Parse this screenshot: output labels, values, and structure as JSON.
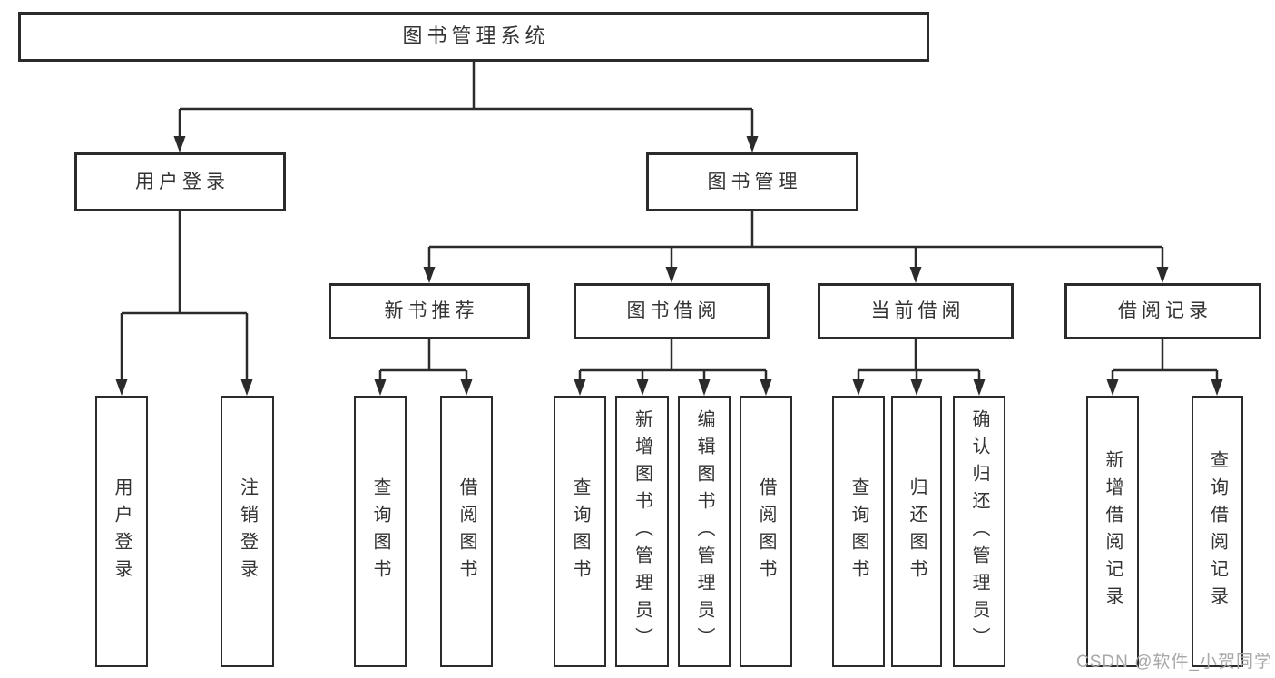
{
  "tree": {
    "label": "图书管理系统",
    "children": [
      {
        "label": "用户登录",
        "children": [
          {
            "label": "用户登录"
          },
          {
            "label": "注销登录"
          }
        ]
      },
      {
        "label": "图书管理",
        "children": [
          {
            "label": "新书推荐",
            "children": [
              {
                "label": "查询图书"
              },
              {
                "label": "借阅图书"
              }
            ]
          },
          {
            "label": "图书借阅",
            "children": [
              {
                "label": "查询图书"
              },
              {
                "label": "新增图书（管理员）"
              },
              {
                "label": "编辑图书（管理员）"
              },
              {
                "label": "借阅图书"
              }
            ]
          },
          {
            "label": "当前借阅",
            "children": [
              {
                "label": "查询图书"
              },
              {
                "label": "归还图书"
              },
              {
                "label": "确认归还（管理员）"
              }
            ]
          },
          {
            "label": "借阅记录",
            "children": [
              {
                "label": "新增借阅记录"
              },
              {
                "label": "查询借阅记录"
              }
            ]
          }
        ]
      }
    ]
  },
  "watermark": {
    "text": "CSDN @软件_小贺同学"
  },
  "colors": {
    "line": "#2b2b2b",
    "box_border": "#2b2b2b",
    "text": "#333333",
    "watermark_text": "#a8a8a8",
    "background": "#ffffff"
  }
}
